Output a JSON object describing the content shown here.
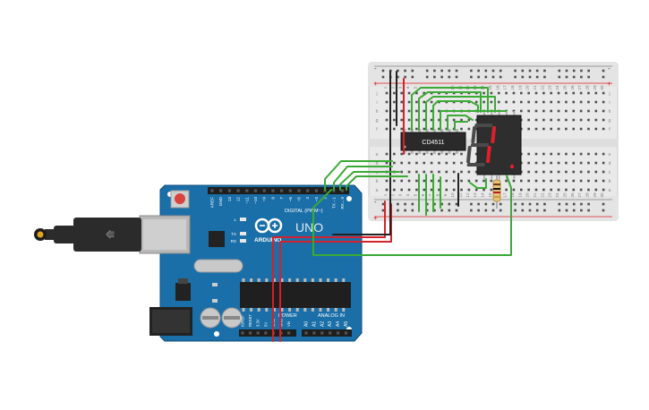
{
  "chip": {
    "label": "CD4511"
  },
  "arduino": {
    "logo_text": "ARDUINO",
    "model": "UNO",
    "digital_label": "DIGITAL (PWM~)",
    "power_label": "POWER",
    "analog_label": "ANALOG IN",
    "led_labels": [
      "L",
      "TX",
      "RX"
    ],
    "top_pins": [
      "AREF",
      "GND",
      "13",
      "12",
      "~11",
      "~10",
      "~9",
      "8",
      "7",
      "~6",
      "~5",
      "4",
      "~3",
      "2",
      "TX→1",
      "RX←0"
    ],
    "power_pins": [
      "IOREF",
      "RESET",
      "3.3V",
      "5V",
      "GND",
      "GND",
      "Vin"
    ],
    "analog_pins": [
      "A0",
      "A1",
      "A2",
      "A3",
      "A4",
      "A5"
    ]
  },
  "breadboard": {
    "column_numbers": [
      "1",
      "2",
      "3",
      "4",
      "5",
      "6",
      "7",
      "8",
      "9",
      "10",
      "11",
      "12",
      "13",
      "14",
      "15",
      "16",
      "17",
      "18",
      "19",
      "20",
      "21",
      "22",
      "23",
      "24",
      "25",
      "26",
      "27",
      "28",
      "29",
      "30"
    ],
    "row_letters_top": [
      "j",
      "i",
      "h",
      "g",
      "f"
    ],
    "row_letters_bottom": [
      "e",
      "d",
      "c",
      "b",
      "a"
    ],
    "rail_symbols": [
      "+",
      "-"
    ]
  },
  "display": {
    "digit": "1",
    "segment_color": "#e0202a"
  },
  "colors": {
    "wire_green": "#3aaa35",
    "wire_red": "#d6202a",
    "wire_black": "#222222",
    "board_blue": "#1b6fa8"
  }
}
